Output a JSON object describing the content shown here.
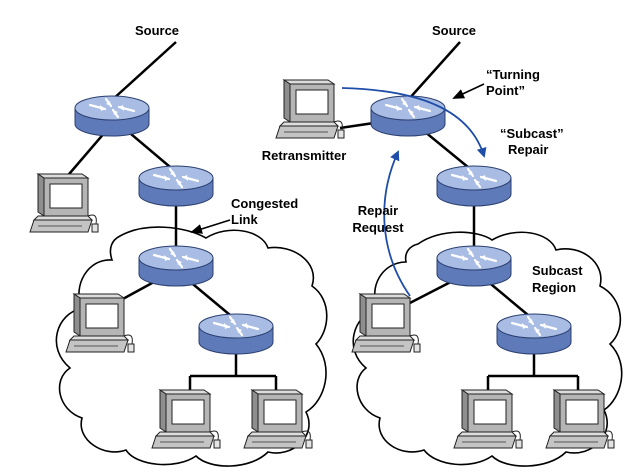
{
  "left_network": {
    "source_label": "Source",
    "congested_label_line1": "Congested",
    "congested_label_line2": "Link"
  },
  "right_network": {
    "source_label": "Source",
    "turning_point_line1": "“Turning",
    "turning_point_line2": "Point”",
    "subcast_repair_line1": "“Subcast”",
    "subcast_repair_line2": "Repair",
    "retransmitter_label": "Retransmitter",
    "repair_request_line1": "Repair",
    "repair_request_line2": "Request",
    "subcast_region_line1": "Subcast",
    "subcast_region_line2": "Region"
  },
  "colors": {
    "router_top": "#9fb3de",
    "router_side": "#5f7ab8",
    "arrow_blue": "#1f4ea8",
    "line": "#000000"
  }
}
